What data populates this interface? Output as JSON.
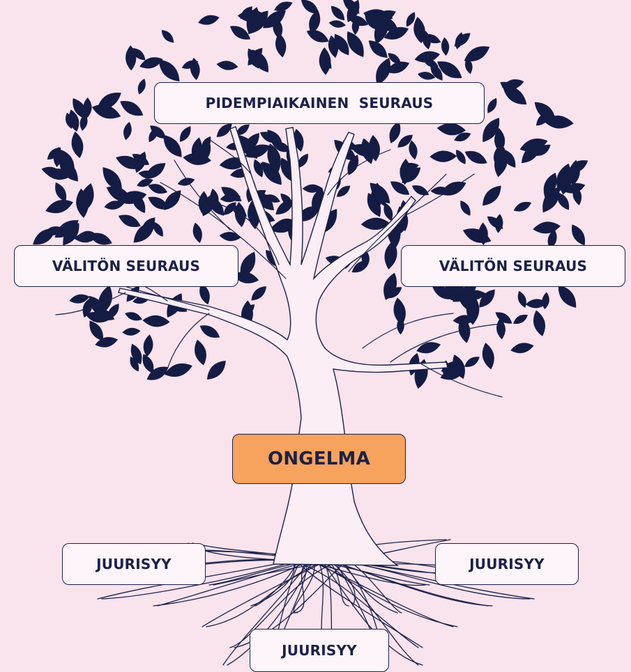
{
  "diagram": {
    "long_term_effect": "PIDEMPIAIKAINEN  SEURAUS",
    "immediate_effect_left": "VÄLITÖN SEURAUS",
    "immediate_effect_right": "VÄLITÖN SEURAUS",
    "problem": "ONGELMA",
    "root_cause_left": "JUURISYY",
    "root_cause_right": "JUURISYY",
    "root_cause_bottom": "JUURISYY"
  },
  "colors": {
    "background": "#f9e3ed",
    "leaves": "#141c44",
    "trunk_fill": "#fbeef4",
    "outline": "#1b2148",
    "problem_fill": "#f7a25d",
    "box_fill": "#fdf5f9"
  }
}
